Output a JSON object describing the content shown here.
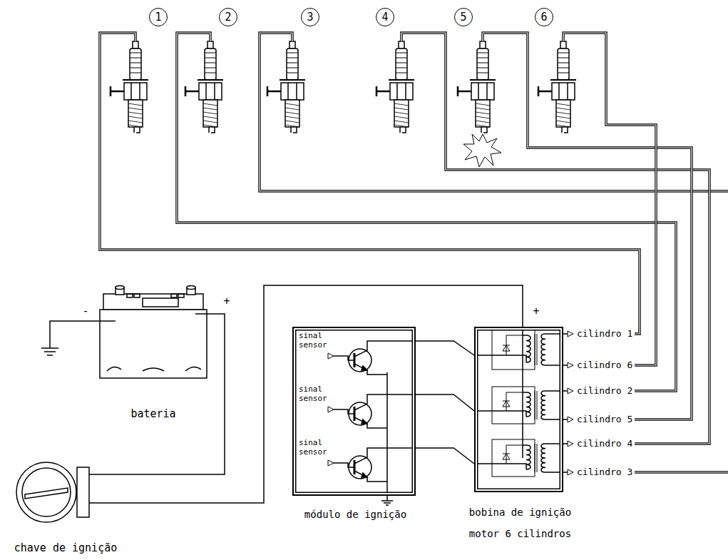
{
  "diagram": {
    "nodes": [
      {
        "text": [
          "1"
        ]
      },
      {
        "text": [
          "2"
        ]
      },
      {
        "text": [
          "3"
        ]
      },
      {
        "text": [
          "4"
        ]
      },
      {
        "text": [
          "5"
        ]
      },
      {
        "text": [
          "6"
        ]
      },
      {
        "text": [
          "módulo de ignição",
          "sinal sensor",
          "sinal sensor",
          "sinal sensor"
        ]
      },
      {
        "text": [
          "bobina de ignição motor 6 cilindros"
        ]
      }
    ],
    "edges": [
      {
        "from": 6,
        "to": 7,
        "arrow": "none"
      },
      {
        "from": 6,
        "to": 7,
        "arrow": "none"
      },
      {
        "from": 6,
        "to": 7,
        "arrow": "none"
      }
    ],
    "labels": [
      "-",
      "+",
      "bateria",
      "+",
      "cilindro 1",
      "cilindro 6",
      "cilindro 2",
      "cilindro 5",
      "cilindro 4",
      "cilindro 3",
      "chave de ignição"
    ]
  }
}
